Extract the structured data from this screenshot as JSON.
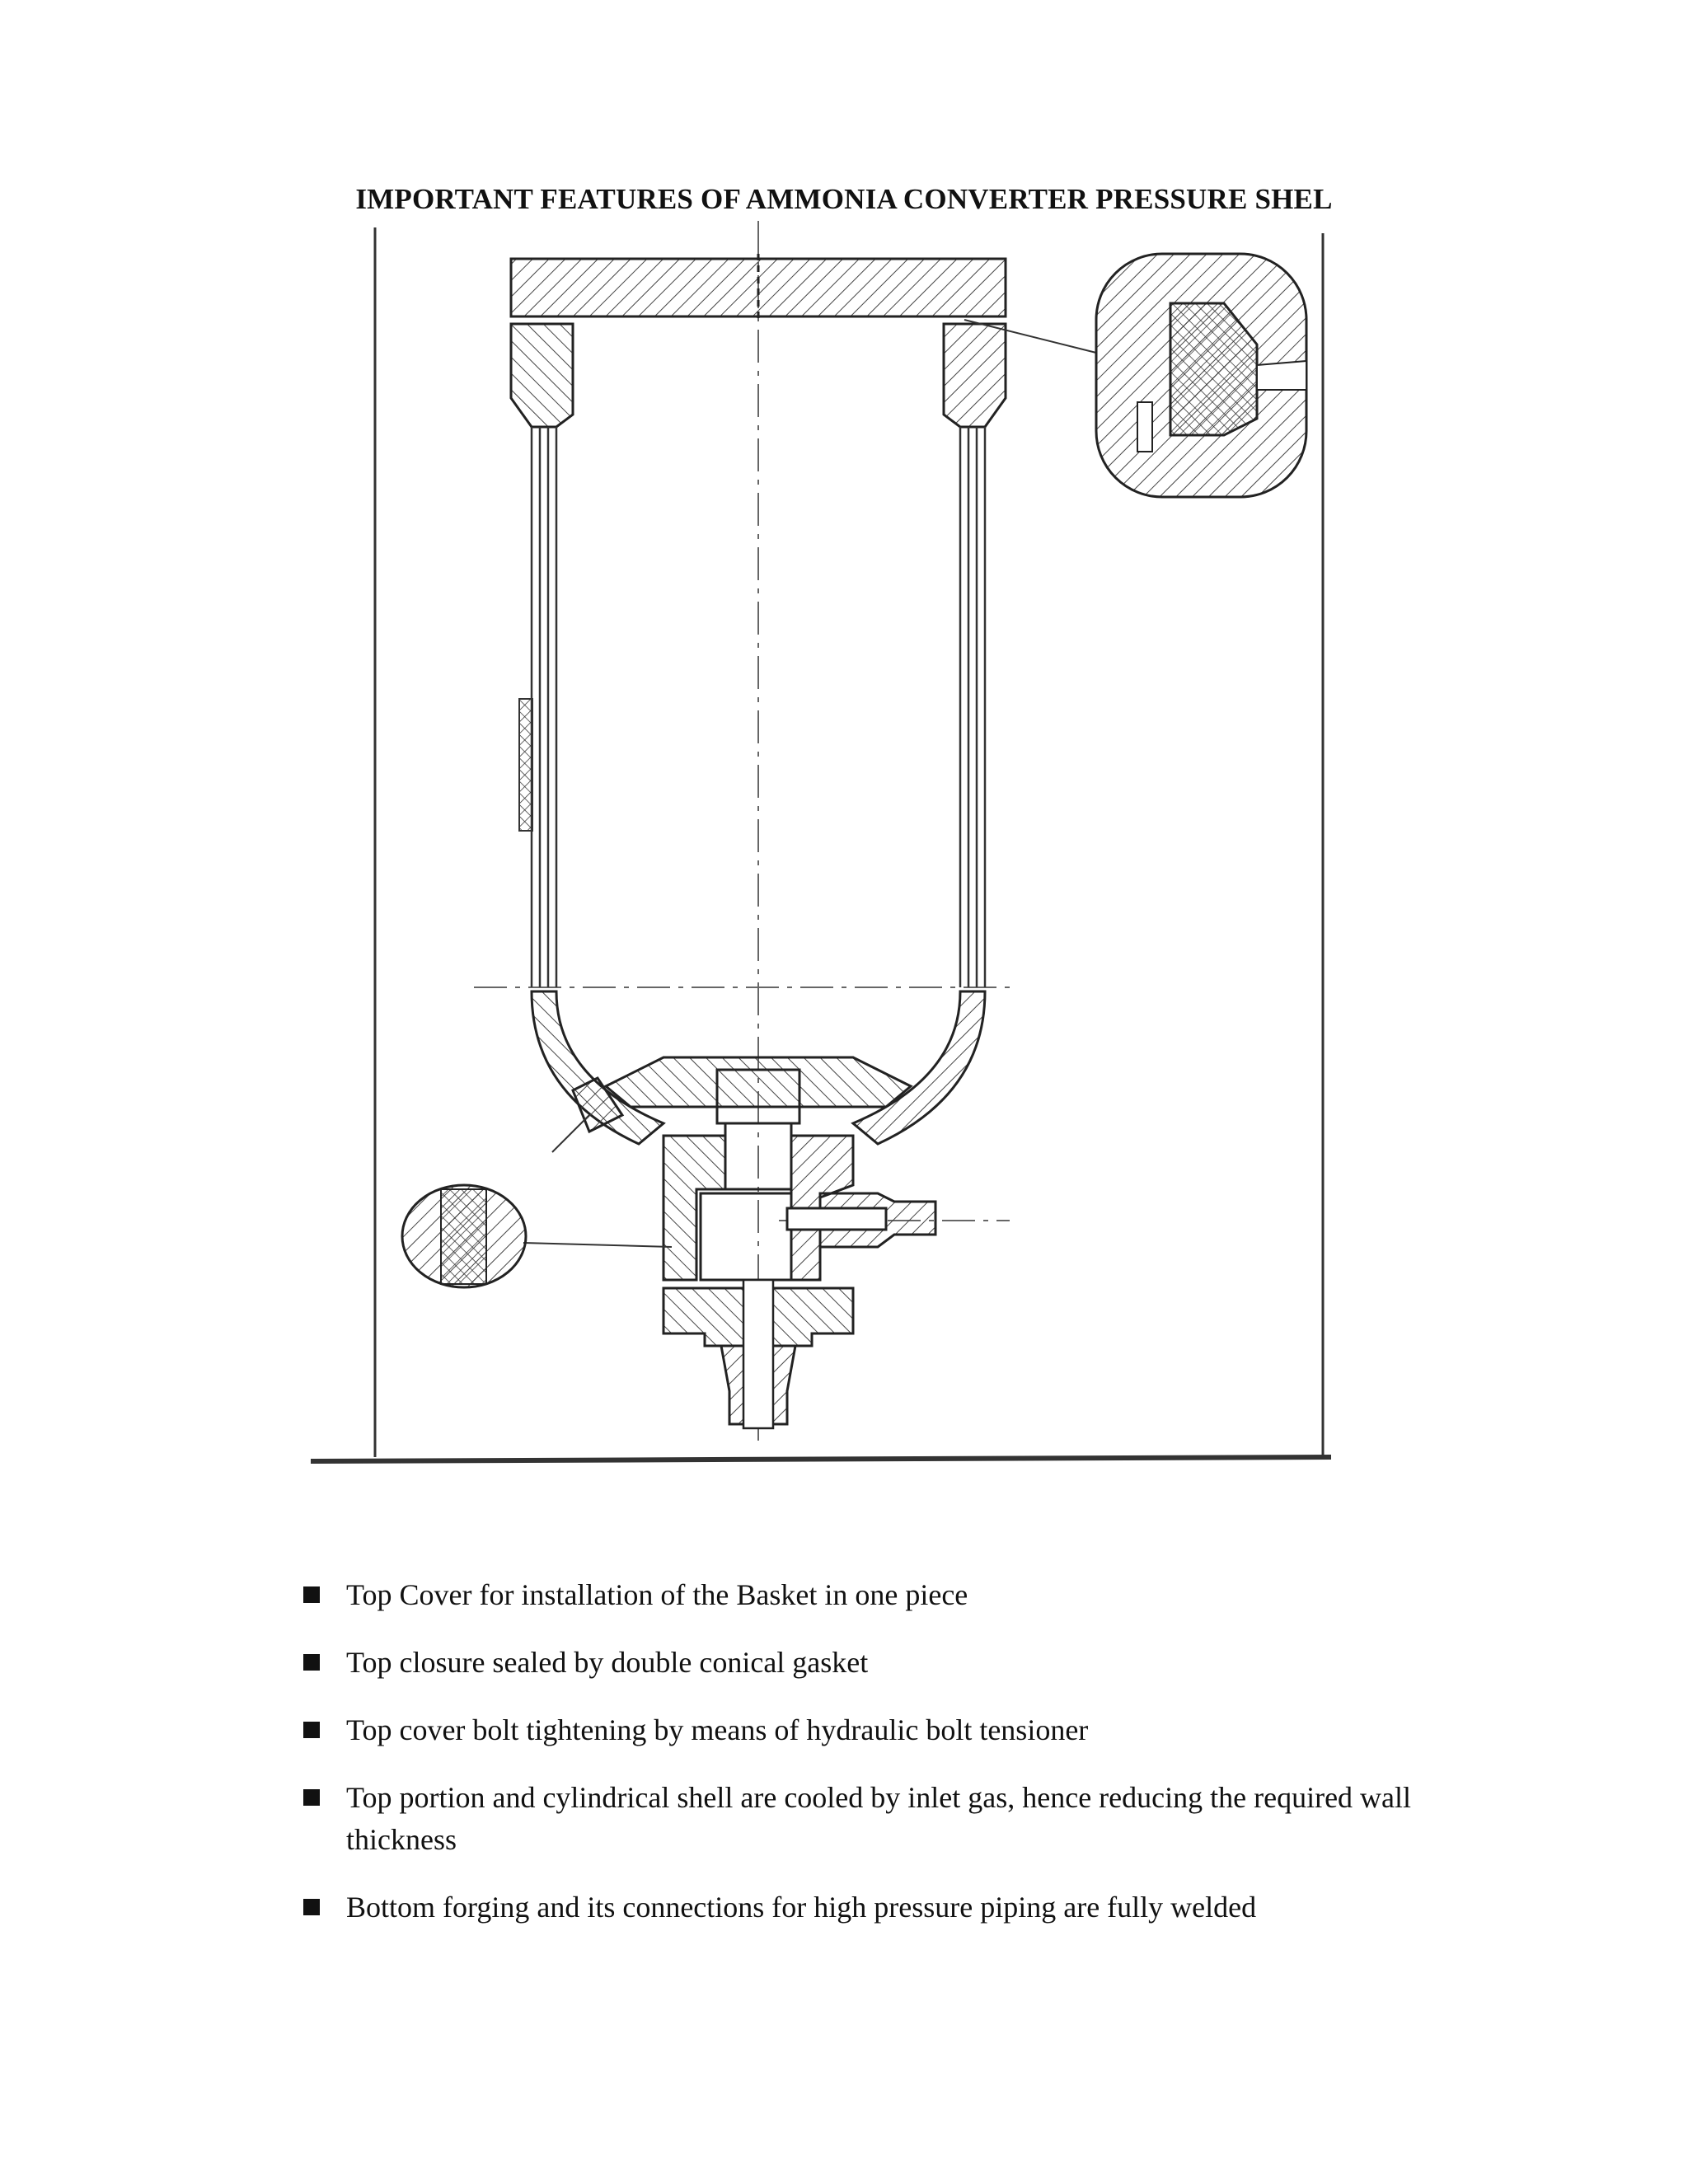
{
  "document": {
    "title": "IMPORTANT FEATURES OF AMMONIA CONVERTER PRESSURE SHEL"
  },
  "features": [
    {
      "text": "Top Cover for installation of the Basket in one piece"
    },
    {
      "text": "Top closure sealed by double conical gasket"
    },
    {
      "text": "Top cover bolt tightening by means of hydraulic bolt tensioner"
    },
    {
      "text": "Top portion and cylindrical shell are cooled by inlet gas, hence reducing the required wall thickness"
    },
    {
      "text": "Bottom forging and its connections for high pressure piping are fully welded"
    }
  ],
  "icons": {
    "bullet": "square-bullet-icon",
    "drawing": "pressure-shell-cross-section-drawing"
  },
  "colors": {
    "text": "#111111",
    "line": "#333333"
  }
}
